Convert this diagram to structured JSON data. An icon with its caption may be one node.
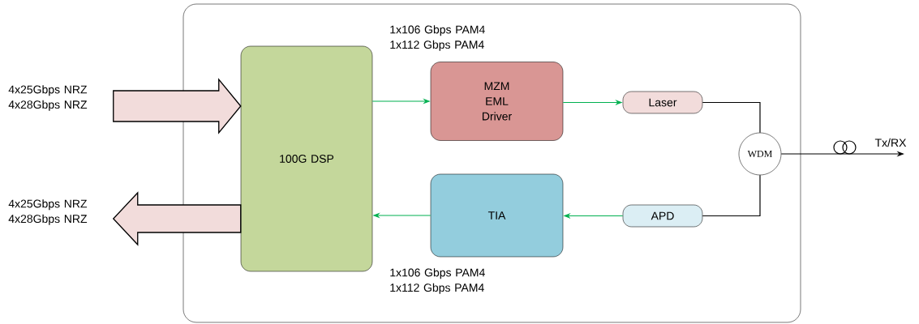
{
  "diagram": {
    "nodes": [
      {
        "text": [],
        "shape": "box"
      },
      {
        "text": [
          "100G DSP"
        ],
        "in": 0
      },
      {
        "text": [
          "MZM EML Driver"
        ],
        "in": 0
      },
      {
        "text": [
          "Laser"
        ],
        "in": 0
      },
      {
        "text": [
          "WDM"
        ],
        "in": 0
      },
      {
        "text": [
          "TIA"
        ],
        "in": 0
      },
      {
        "text": [
          "APD"
        ],
        "in": 0
      }
    ],
    "edges": [
      {
        "from": null,
        "to": 1,
        "arrow": "to",
        "style": "thick",
        "color": "#f2dcdb"
      },
      {
        "from": 1,
        "to": null,
        "arrow": "to",
        "style": "thick",
        "color": "#f2dcdb"
      },
      {
        "from": 1,
        "to": 2,
        "arrow": "to"
      },
      {
        "from": 2,
        "to": 3,
        "arrow": "to"
      },
      {
        "from": 3,
        "to": 4,
        "arrow": "none",
        "color": "#000000"
      },
      {
        "from": 4,
        "to": 6,
        "arrow": "none",
        "color": "#000000"
      },
      {
        "from": 6,
        "to": 5,
        "arrow": "to"
      },
      {
        "from": 5,
        "to": 1,
        "arrow": "to"
      },
      {
        "from": 4,
        "to": null,
        "arrow": "to",
        "color": "#000000",
        "label": "Tx/RX"
      }
    ],
    "labels": [
      "1x106 Gbps PAM4 1x112 Gbps PAM4",
      "4x25Gbps NRZ 4x28Gbps NRZ",
      "4x25Gbps NRZ 4x28Gbps NRZ",
      "1x106 Gbps PAM4 1x112 Gbps PAM4"
    ]
  }
}
